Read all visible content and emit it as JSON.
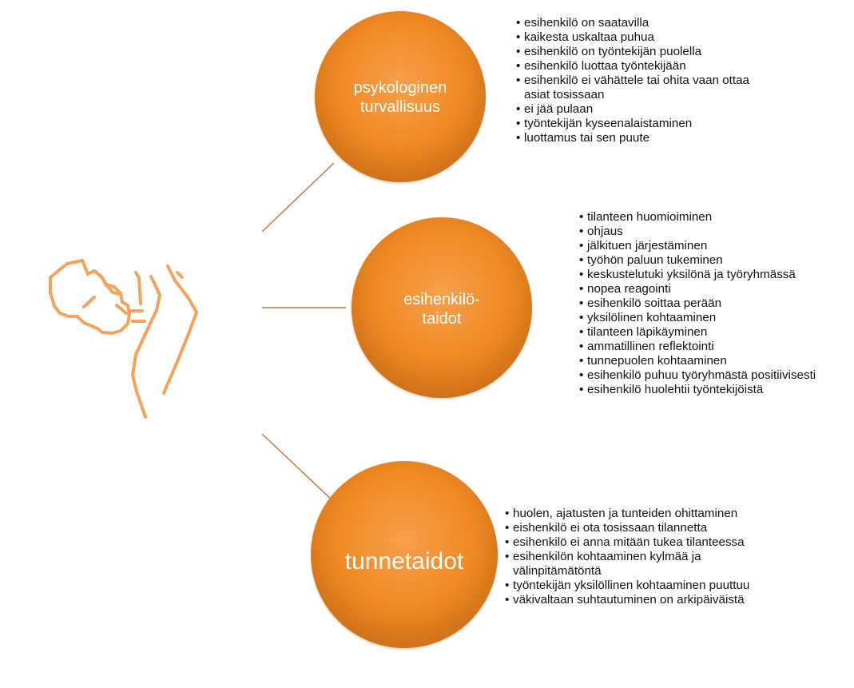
{
  "colors": {
    "circle_light": "#F7A04C",
    "circle_main": "#F08A24",
    "circle_dark": "#C96C17",
    "connector": "#B97A4A",
    "icon": "#F3A35A"
  },
  "icon": {
    "name": "fist-and-hand-icon"
  },
  "nodes": [
    {
      "id": "psykologinen",
      "label_lines": [
        "psykologinen",
        "turvallisuus"
      ],
      "items": [
        "esihenkilö on saatavilla",
        "kaikesta uskaltaa puhua",
        "esihenkilö on työntekijän puolella",
        "esihenkilö luottaa työntekijään",
        "esihenkilö ei vähättele tai ohita vaan ottaa asiat tosissaan",
        "ei jää pulaan",
        "työntekijän kyseenalaistaminen",
        "luottamus tai sen puute"
      ]
    },
    {
      "id": "esihenkilotaidot",
      "label_lines": [
        "esihenkilö-",
        "taidot"
      ],
      "items": [
        "tilanteen huomioiminen",
        "ohjaus",
        "jälkituen järjestäminen",
        "työhön paluun tukeminen",
        "keskustelutuki yksilönä ja työryhmässä",
        "nopea reagointi",
        "esihenkilö soittaa perään",
        "yksilölinen kohtaaminen",
        "tilanteen läpikäyminen",
        "ammatillinen reflektointi",
        "tunnepuolen kohtaaminen",
        "esihenkilö puhuu työryhmästä positiivisesti",
        "esihenkilö huolehtii työntekijöistä"
      ]
    },
    {
      "id": "tunnetaidot",
      "label_lines": [
        "tunnetaidot"
      ],
      "items": [
        "huolen, ajatusten ja tunteiden ohittaminen",
        "eishenkilö ei ota tosissaan tilannetta",
        "esihenkilö ei anna mitään tukea tilanteessa",
        "esihenkilön kohtaaminen kylmää ja välinpitämätöntä",
        "työntekijän yksilöllinen kohtaaminen puuttuu",
        "väkivaltaan suhtautuminen on arkipäiväistä"
      ]
    }
  ]
}
